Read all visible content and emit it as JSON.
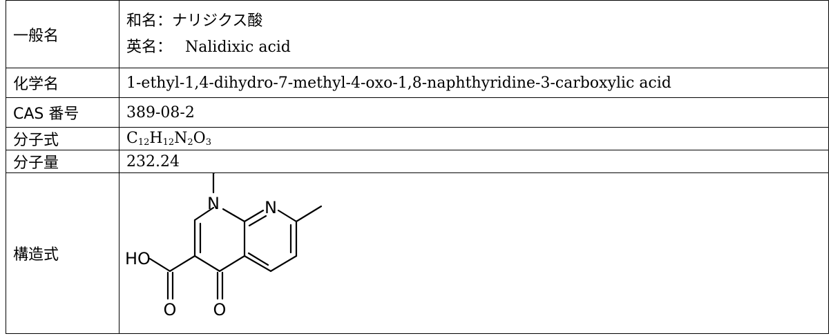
{
  "rows": {
    "name": {
      "label": "一般名",
      "ja": "和名：ナリジクス酸",
      "en_prefix": "英名：",
      "en_value": "Nalidixic acid"
    },
    "chemical": {
      "label": "化学名",
      "value": "1-ethyl-1,4-dihydro-7-methyl-4-oxo-1,8-naphthyridine-3-carboxylic acid"
    },
    "cas": {
      "label": "CAS 番号",
      "value": "389-08-2"
    },
    "formula": {
      "label": "分子式",
      "parts": [
        "C",
        "12",
        "H",
        "12",
        "N",
        "2",
        "O",
        "3"
      ]
    },
    "mw": {
      "label": "分子量",
      "value": "232.24"
    },
    "structure": {
      "label": "構造式",
      "atoms": {
        "n1": "N",
        "n2": "N",
        "oh": "HO",
        "o1": "O",
        "o2": "O"
      }
    }
  }
}
